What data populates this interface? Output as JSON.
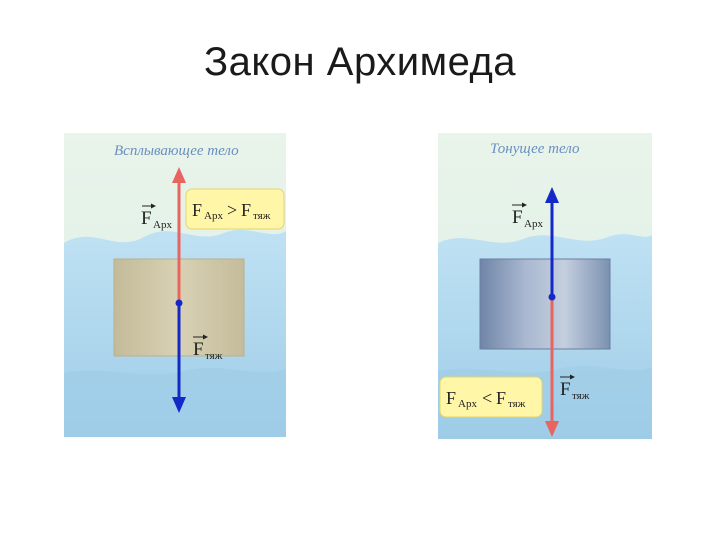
{
  "slide": {
    "title": "Закон Архимеда"
  },
  "left_panel": {
    "caption": "Всплывающее тело",
    "archimedes_label": {
      "main": "F",
      "sub": "Арх"
    },
    "gravity_label": {
      "main": "F",
      "sub": "тяж"
    },
    "comparison": {
      "left_main": "F",
      "left_sub": "Арх",
      "op": ">",
      "right_main": "F",
      "right_sub": "тяж"
    }
  },
  "right_panel": {
    "caption": "Тонущее тело",
    "archimedes_label": {
      "main": "F",
      "sub": "Арх"
    },
    "gravity_label": {
      "main": "F",
      "sub": "тяж"
    },
    "comparison": {
      "left_main": "F",
      "left_sub": "Арх",
      "op": "<",
      "right_main": "F",
      "right_sub": "тяж"
    }
  },
  "colors": {
    "archimedes_force_floating": "#e8655f",
    "gravity_force_floating": "#1428c8",
    "archimedes_force_sinking": "#1428c8",
    "gravity_force_sinking": "#e8655f",
    "water": "#a9d3ec",
    "sky": "#e6f3e9",
    "wood_block": "#cdc6a6",
    "metal_block": "#8ea2bf",
    "comparison_box": "#fff6a8"
  }
}
